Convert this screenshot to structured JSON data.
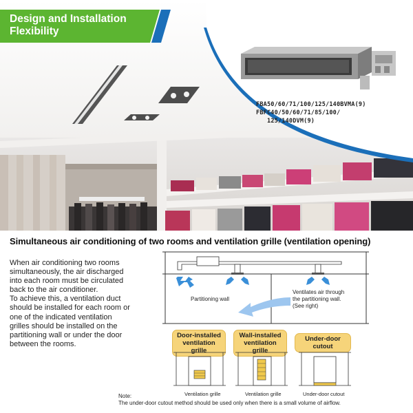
{
  "header": {
    "title": "Design and Installation Flexibility"
  },
  "product": {
    "model_line1": "FBA50/60/71/100/125/140BVMA(9)",
    "model_line2": "FBFC40/50/60/71/85/100/",
    "model_line3": "125/140DVM(9)"
  },
  "section": {
    "title": "Simultaneous air conditioning of two rooms and ventilation grille (ventilation opening)",
    "body": [
      "When air conditioning two rooms",
      "simultaneously, the air discharged",
      "into each room must be circulated",
      "back to the air conditioner.",
      "To achieve this, a ventilation duct",
      "should be installed for each room or",
      "one of the indicated ventilation",
      "grilles should be installed on the",
      "partitioning wall or under the door",
      "between the rooms."
    ]
  },
  "diagram": {
    "partition_label": "Partitioning wall",
    "ventilates_label_1": "Ventilates air through",
    "ventilates_label_2": "the partitioning wall.",
    "ventilates_label_3": "(See right)"
  },
  "grilles": [
    {
      "label_1": "Door-installed",
      "label_2": "ventilation grille",
      "caption": "Ventilation grille"
    },
    {
      "label_1": "Wall-installed",
      "label_2": "ventilation grille",
      "caption": "Ventilation grille"
    },
    {
      "label_1": "Under-door cutout",
      "label_2": "",
      "caption": "Under-door cutout"
    }
  ],
  "note": {
    "label": "Note:",
    "text": "The under-door cutout method should be used only when there is a small volume of airflow."
  },
  "colors": {
    "banner_green": "#5cb531",
    "banner_blue": "#1b6fb9",
    "grille_label_bg": "#f6d47a",
    "arrow_blue": "#3a8fd8"
  }
}
